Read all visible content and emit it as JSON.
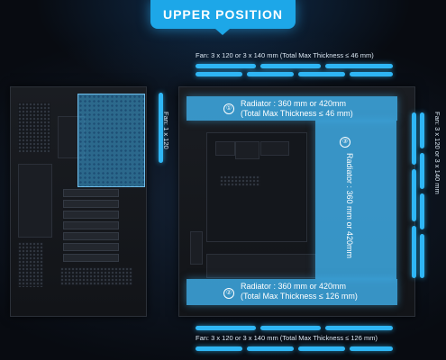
{
  "title": "UPPER POSITION",
  "top_fan": {
    "label": "Fan: 3 x 120  or 3 x 140 mm (Total Max Thickness ≤ 46 mm)"
  },
  "bottom_fan": {
    "label": "Fan: 3 x 120  or 3 x 140 mm (Total Max Thickness ≤ 126 mm)"
  },
  "rear_fan": {
    "label": "Fan: 1 x 120"
  },
  "side_fan": {
    "label": "Fan: 3 x 120  or 3 x 140 mm"
  },
  "radiators": [
    {
      "number": "①",
      "line1": "Radiator : 360 mm or 420mm",
      "line2": "(Total Max Thickness ≤ 46 mm)"
    },
    {
      "number": "②",
      "line1": "Radiator : 360 mm or 420mm",
      "line2": "(Total Max Thickness ≤ 126 mm)"
    },
    {
      "number": "③",
      "line1": "Radiator : 360 mm or 420mm"
    }
  ],
  "colors": {
    "accent": "#1da7e8",
    "bar": "#2fb6f5",
    "overlay": "#40b0eb",
    "background": "#0b0f16"
  }
}
